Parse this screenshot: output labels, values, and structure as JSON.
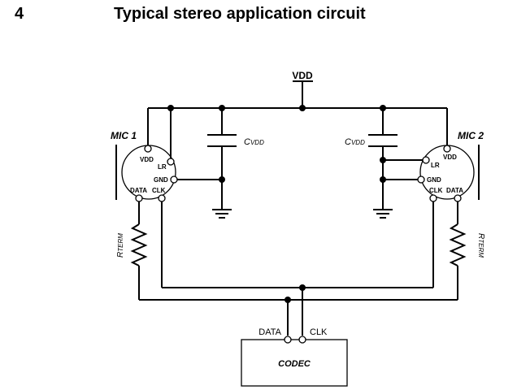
{
  "section": {
    "number": "4",
    "title": "Typical stereo application circuit"
  },
  "supply": {
    "label": "VDD"
  },
  "mic1": {
    "name": "MIC 1",
    "pins": {
      "vdd": "VDD",
      "lr": "LR",
      "gnd": "GND",
      "data": "DATA",
      "clk": "CLK"
    }
  },
  "mic2": {
    "name": "MIC 2",
    "pins": {
      "vdd": "VDD",
      "lr": "LR",
      "gnd": "GND",
      "data": "DATA",
      "clk": "CLK"
    }
  },
  "capacitors": {
    "left": {
      "main": "C",
      "sub": "VDD"
    },
    "right": {
      "main": "C",
      "sub": "VDD"
    }
  },
  "resistors": {
    "left": {
      "main": "R",
      "sub": "TERM"
    },
    "right": {
      "main": "R",
      "sub": "TERM"
    }
  },
  "codec": {
    "name": "CODEC",
    "pins": {
      "data": "DATA",
      "clk": "CLK"
    }
  }
}
